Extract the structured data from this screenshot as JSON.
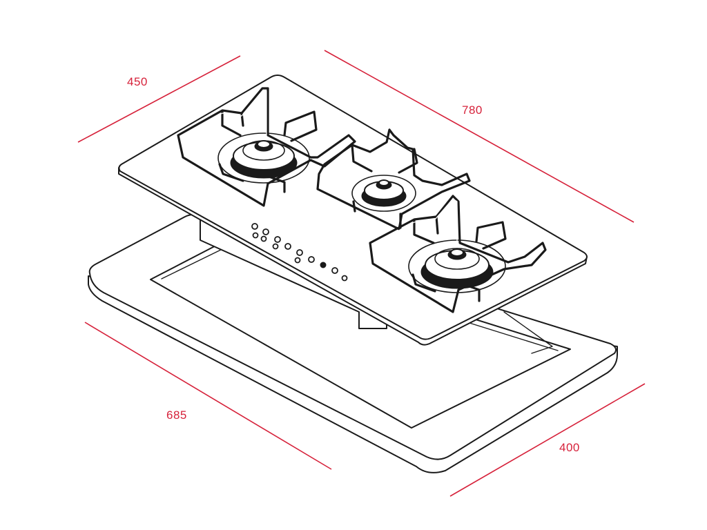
{
  "dimensions": {
    "top_depth": "450",
    "top_width": "780",
    "cutout_width": "685",
    "cutout_depth": "400"
  },
  "colors": {
    "dimension_line": "#d6213a",
    "outline": "#1a1a1a",
    "background": "#ffffff"
  }
}
